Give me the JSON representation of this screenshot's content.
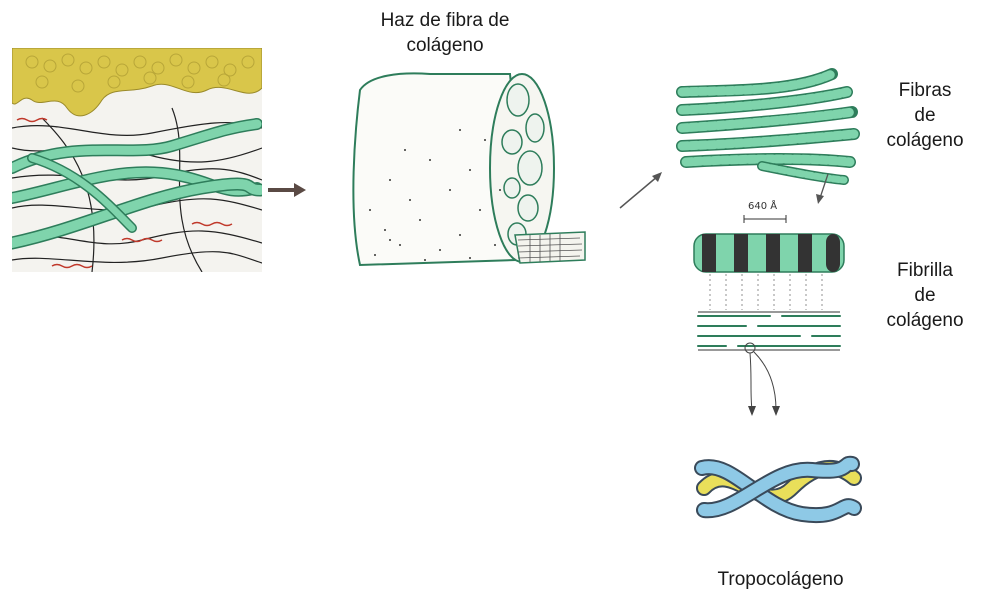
{
  "labels": {
    "bundle_title": [
      "Haz de fibra de",
      "colágeno"
    ],
    "fibers": [
      "Fibras",
      "de",
      "colágeno"
    ],
    "fibril": [
      "Fibrilla",
      "de",
      "colágeno"
    ],
    "tropocollagen": "Tropocolágeno",
    "period": "640 Å"
  },
  "colors": {
    "collagen_green": "#7fd4ac",
    "green_dark": "#2e7d5b",
    "tissue_yellow": "#d9c64a",
    "red_fiber": "#c0392b",
    "tropo_blue": "#8ec9e6",
    "tropo_yellow": "#e9df5a"
  }
}
